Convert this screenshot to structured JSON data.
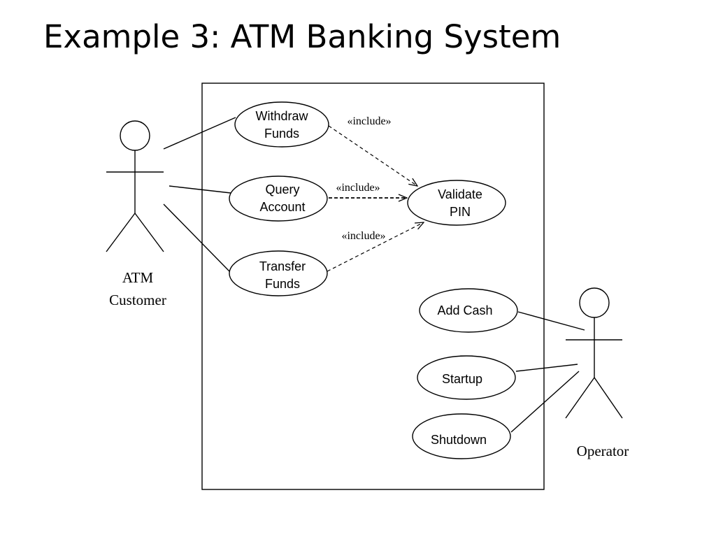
{
  "slide": {
    "title": "Example 3: ATM Banking System"
  },
  "actors": {
    "customer": {
      "line1": "ATM",
      "line2": "Customer"
    },
    "operator": {
      "name": "Operator"
    }
  },
  "use_cases": {
    "withdraw": {
      "line1": "Withdraw",
      "line2": "Funds"
    },
    "query": {
      "line1": "Query",
      "line2": "Account"
    },
    "transfer": {
      "line1": "Transfer",
      "line2": "Funds"
    },
    "validate": {
      "line1": "Validate",
      "line2": "PIN"
    },
    "add_cash": {
      "label": "Add Cash"
    },
    "startup": {
      "label": "Startup"
    },
    "shutdown": {
      "label": "Shutdown"
    }
  },
  "relations": {
    "include_withdraw": "«include»",
    "include_query": "«include»",
    "include_transfer": "«include»"
  }
}
